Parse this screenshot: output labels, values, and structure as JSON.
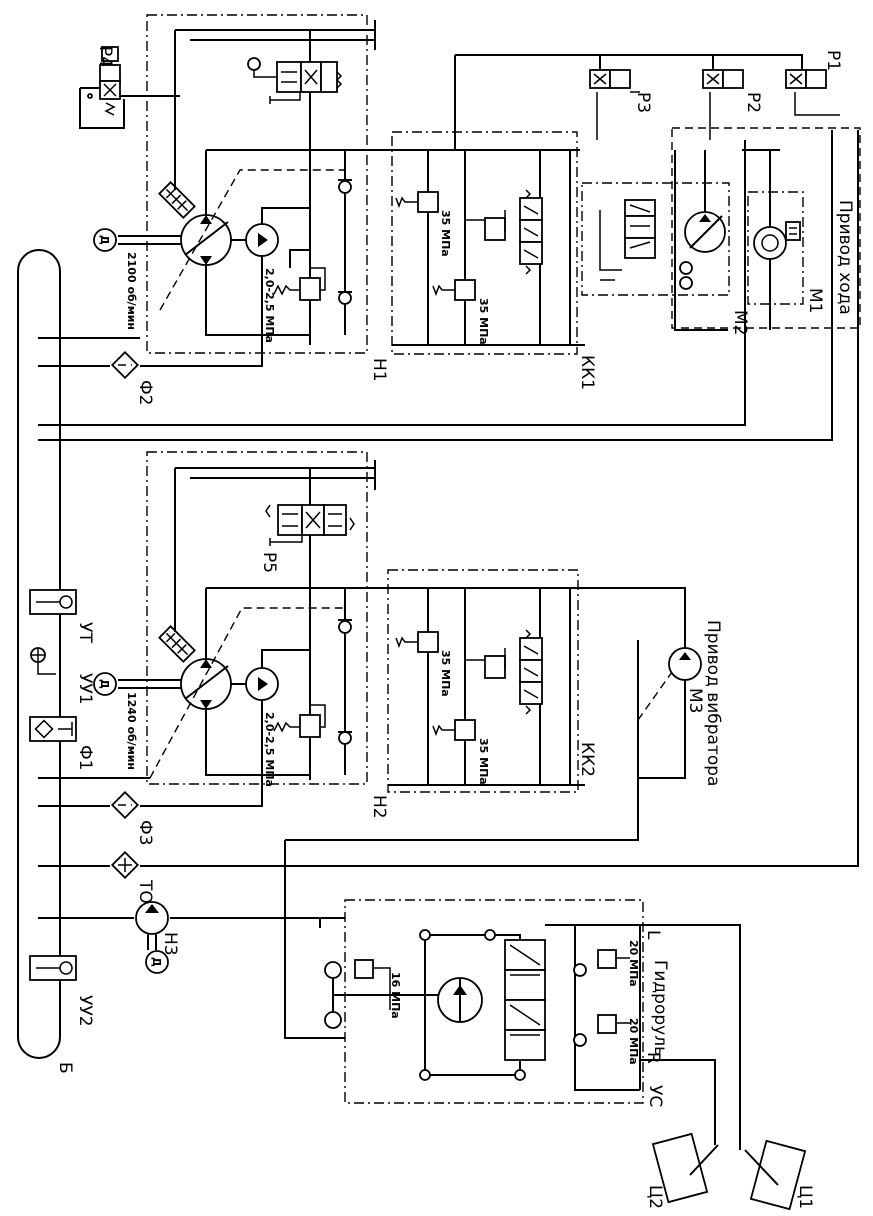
{
  "labels": {
    "p4": "Р4",
    "p1": "Р1",
    "p2": "Р2",
    "p3": "Р3",
    "p5": "Р5",
    "h1": "Н1",
    "h2": "Н2",
    "h3": "Н3",
    "kk1": "КК1",
    "kk2": "КК2",
    "m1": "М1",
    "m2": "М2",
    "m3": "М3",
    "f1": "Ф1",
    "f2": "Ф2",
    "f3": "Ф3",
    "to": "ТО",
    "yt": "УТ",
    "yy1": "УУ1",
    "yy2": "УУ2",
    "yc": "УС",
    "b": "Б",
    "c1": "Ц1",
    "c2": "Ц2",
    "d": "Д",
    "l": "L",
    "r": "R"
  },
  "annotations": {
    "speed1": "2100 об/мин",
    "speed2": "1240 об/мин",
    "pr_h1": "2,0-2,5 МПа",
    "pr_h2": "2,0-2,5 МПа",
    "pr35": "35 МПа",
    "pr16": "16 МПа",
    "pr20": "20 МПа"
  },
  "titles": {
    "drive_travel": "Привод хода",
    "drive_vibrator": "Привод вибратора",
    "hydrosteer": "Гидроруль"
  }
}
